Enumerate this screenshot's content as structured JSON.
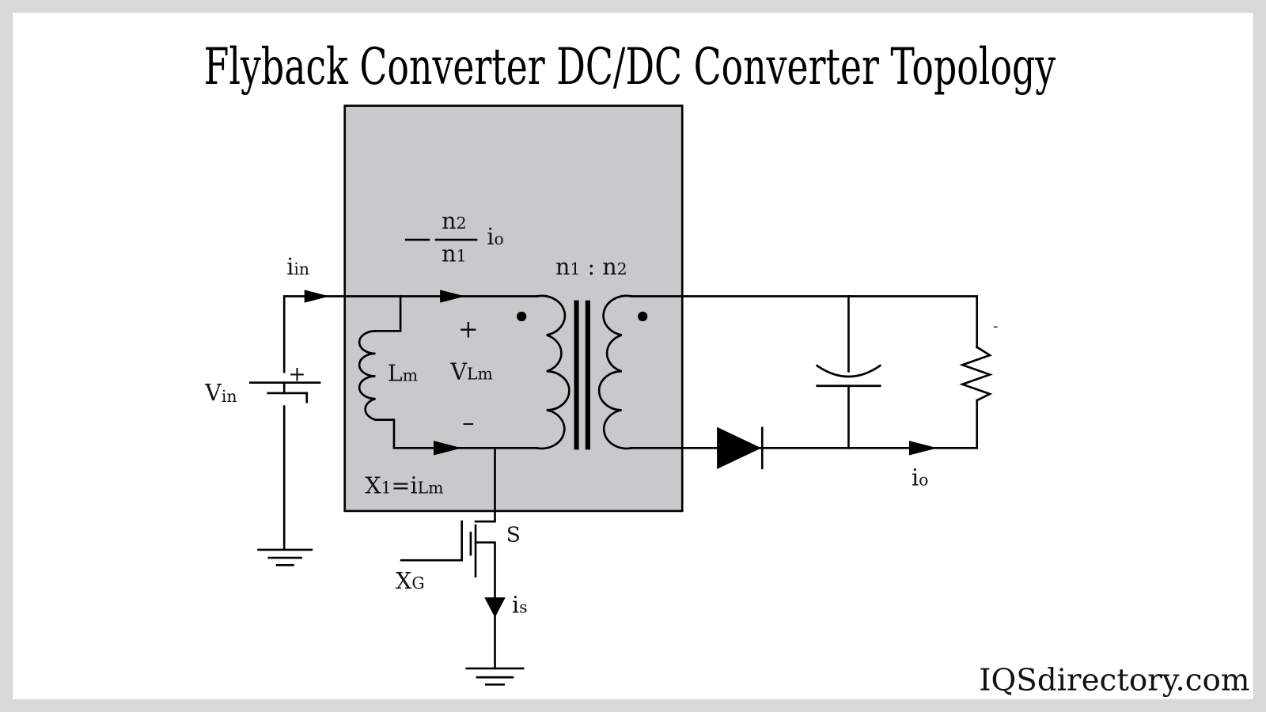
{
  "title": "Flyback Converter DC/DC Converter Topology",
  "watermark": "IQSdirectory.com",
  "colors": {
    "outer_border": "#d9d9d9",
    "canvas": "#ffffff",
    "transformer_box": "#c8c9cb",
    "ink": "#000000"
  },
  "labels": {
    "vin": {
      "main": "V",
      "sub": "in"
    },
    "iin": {
      "main": "i",
      "sub": "in"
    },
    "ratio_numerator": {
      "main": "n",
      "sub": "2"
    },
    "ratio_denominator": {
      "main": "n",
      "sub": "1"
    },
    "ratio_sign": "—",
    "ratio_current": {
      "main": "i",
      "sub": "o"
    },
    "turns_ratio": {
      "n1": "n",
      "n1_sub": "1",
      "sep": " : ",
      "n2": "n",
      "n2_sub": "2"
    },
    "lm": {
      "main": "L",
      "sub": "m"
    },
    "vlm": {
      "main": "V",
      "sub": "Lm"
    },
    "vlm_plus": "+",
    "vlm_minus": "–",
    "x1": {
      "main": "X",
      "sub": "1",
      "eq": "=i",
      "sub2": "Lm"
    },
    "battery_plus": "+",
    "switch": "S",
    "xg": {
      "main": "X",
      "sub": "G"
    },
    "is": {
      "main": "i",
      "sub": "s"
    },
    "io": {
      "main": "i",
      "sub": "o"
    },
    "load_minus": "-"
  },
  "components": [
    {
      "name": "dc-source",
      "label": "Vin"
    },
    {
      "name": "magnetizing-inductor",
      "label": "Lm"
    },
    {
      "name": "transformer",
      "ratio": "n1 : n2"
    },
    {
      "name": "mosfet-switch",
      "label": "S"
    },
    {
      "name": "diode"
    },
    {
      "name": "output-capacitor"
    },
    {
      "name": "load-resistor"
    }
  ]
}
